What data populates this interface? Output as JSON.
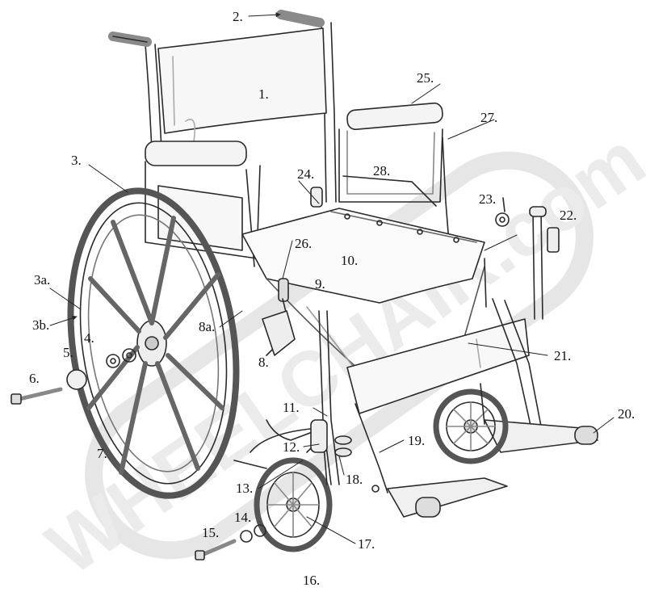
{
  "diagram": {
    "watermark": "WHEELCHAIR.com",
    "callouts": [
      {
        "id": "c1",
        "text": "1."
      },
      {
        "id": "c2",
        "text": "2."
      },
      {
        "id": "c3",
        "text": "3."
      },
      {
        "id": "c3a",
        "text": "3a."
      },
      {
        "id": "c3b",
        "text": "3b."
      },
      {
        "id": "c4",
        "text": "4."
      },
      {
        "id": "c5",
        "text": "5."
      },
      {
        "id": "c6",
        "text": "6."
      },
      {
        "id": "c7",
        "text": "7."
      },
      {
        "id": "c8",
        "text": "8."
      },
      {
        "id": "c8a",
        "text": "8a."
      },
      {
        "id": "c9",
        "text": "9."
      },
      {
        "id": "c10",
        "text": "10."
      },
      {
        "id": "c11",
        "text": "11."
      },
      {
        "id": "c12",
        "text": "12."
      },
      {
        "id": "c13",
        "text": "13."
      },
      {
        "id": "c14",
        "text": "14."
      },
      {
        "id": "c15",
        "text": "15."
      },
      {
        "id": "c16",
        "text": "16."
      },
      {
        "id": "c17",
        "text": "17."
      },
      {
        "id": "c18",
        "text": "18."
      },
      {
        "id": "c19",
        "text": "19."
      },
      {
        "id": "c20",
        "text": "20."
      },
      {
        "id": "c21",
        "text": "21."
      },
      {
        "id": "c22",
        "text": "22."
      },
      {
        "id": "c23",
        "text": "23."
      },
      {
        "id": "c24",
        "text": "24."
      },
      {
        "id": "c25",
        "text": "25."
      },
      {
        "id": "c26",
        "text": "26."
      },
      {
        "id": "c27",
        "text": "27."
      },
      {
        "id": "c28",
        "text": "28."
      }
    ]
  }
}
